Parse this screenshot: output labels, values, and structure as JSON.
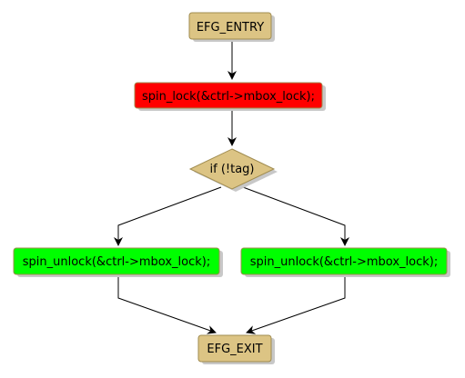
{
  "nodes": {
    "entry": {
      "label": "EFG_ENTRY",
      "fill": "#dcc484"
    },
    "lock": {
      "label": "spin_lock(&ctrl->mbox_lock);",
      "fill": "#ff0000"
    },
    "decision": {
      "label": "if (!tag)",
      "fill": "#dcc484"
    },
    "unlock_left": {
      "label": "spin_unlock(&ctrl->mbox_lock);",
      "fill": "#00ff00"
    },
    "unlock_right": {
      "label": "spin_unlock(&ctrl->mbox_lock);",
      "fill": "#00ff00"
    },
    "exit": {
      "label": "EFG_EXIT",
      "fill": "#dcc484"
    }
  },
  "colors": {
    "node_border": "#a08c50",
    "shadow": "#c8c8c8",
    "edge": "#000000"
  }
}
